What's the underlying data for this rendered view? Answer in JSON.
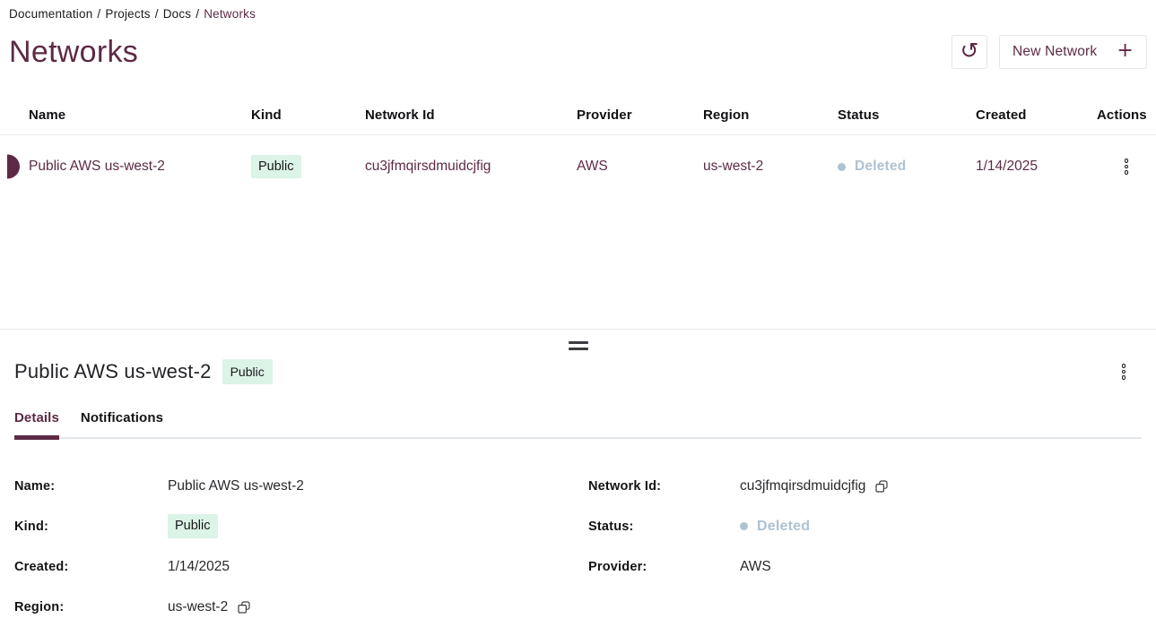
{
  "colors": {
    "accent": "#5d2a45",
    "badge_background": "#dcf3e7",
    "badge_text": "#17171a",
    "status_deleted": "#aec2d1",
    "border": "#e7ebef"
  },
  "icons": {
    "refresh": "↺",
    "plus": "+"
  },
  "breadcrumb": {
    "separator": "/",
    "items": [
      "Documentation",
      "Projects",
      "Docs"
    ],
    "current": "Networks"
  },
  "page": {
    "title": "Networks"
  },
  "toolbar": {
    "new_network_label": "New Network"
  },
  "table": {
    "columns": [
      "Name",
      "Kind",
      "Network Id",
      "Provider",
      "Region",
      "Status",
      "Created",
      "Actions"
    ],
    "rows": [
      {
        "name": "Public AWS us-west-2",
        "kind": "Public",
        "network_id": "cu3jfmqirsdmuidcjfig",
        "provider": "AWS",
        "region": "us-west-2",
        "status": "Deleted",
        "created": "1/14/2025"
      }
    ]
  },
  "panel": {
    "title": "Public AWS us-west-2",
    "badge": "Public",
    "tabs": [
      {
        "label": "Details",
        "active": true
      },
      {
        "label": "Notifications",
        "active": false
      }
    ],
    "details": {
      "name_label": "Name:",
      "name_value": "Public AWS us-west-2",
      "kind_label": "Kind:",
      "kind_value": "Public",
      "created_label": "Created:",
      "created_value": "1/14/2025",
      "region_label": "Region:",
      "region_value": "us-west-2",
      "network_id_label": "Network Id:",
      "network_id_value": "cu3jfmqirsdmuidcjfig",
      "status_label": "Status:",
      "status_value": "Deleted",
      "provider_label": "Provider:",
      "provider_value": "AWS"
    }
  }
}
